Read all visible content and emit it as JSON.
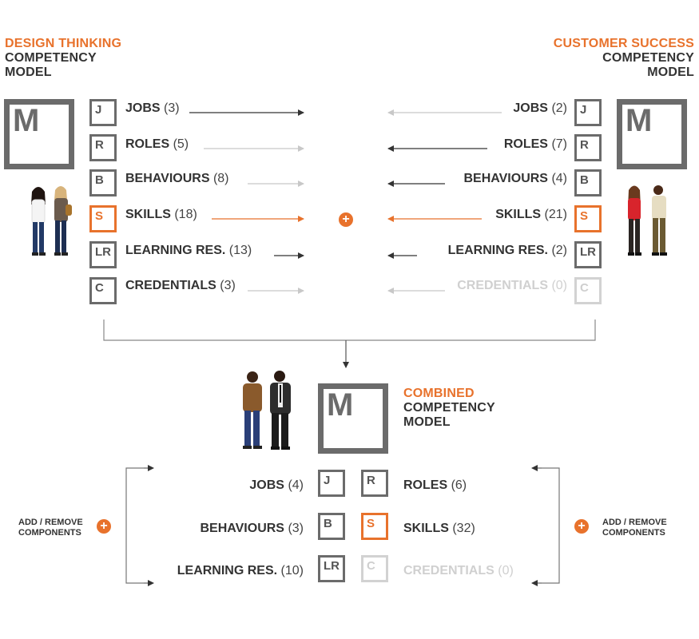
{
  "left_model": {
    "title_accent": "DESIGN THINKING",
    "title_line2": "COMPETENCY",
    "title_line3": "MODEL",
    "big_letter": "M",
    "components": [
      {
        "abbr": "J",
        "name": "JOBS",
        "count": "(3)"
      },
      {
        "abbr": "R",
        "name": "ROLES",
        "count": "(5)"
      },
      {
        "abbr": "B",
        "name": "BEHAVIOURS",
        "count": "(8)"
      },
      {
        "abbr": "S",
        "name": "SKILLS",
        "count": "(18)"
      },
      {
        "abbr": "LR",
        "name": "LEARNING RES.",
        "count": "(13)"
      },
      {
        "abbr": "C",
        "name": "CREDENTIALS",
        "count": "(3)"
      }
    ]
  },
  "right_model": {
    "title_accent": "CUSTOMER SUCCESS",
    "title_line2": "COMPETENCY",
    "title_line3": "MODEL",
    "big_letter": "M",
    "components": [
      {
        "abbr": "J",
        "name": "JOBS",
        "count": "(2)"
      },
      {
        "abbr": "R",
        "name": "ROLES",
        "count": "(7)"
      },
      {
        "abbr": "B",
        "name": "BEHAVIOURS",
        "count": "(4)"
      },
      {
        "abbr": "S",
        "name": "SKILLS",
        "count": "(21)"
      },
      {
        "abbr": "LR",
        "name": "LEARNING RES.",
        "count": "(2)"
      },
      {
        "abbr": "C",
        "name": "CREDENTIALS",
        "count": "(0)"
      }
    ]
  },
  "merge_symbol": "+",
  "combined": {
    "title_accent": "COMBINED",
    "title_line2": "COMPETENCY",
    "title_line3": "MODEL",
    "big_letter": "M",
    "left_items": [
      {
        "abbr": "J",
        "name": "JOBS",
        "count": "(4)"
      },
      {
        "abbr": "B",
        "name": "BEHAVIOURS",
        "count": "(3)"
      },
      {
        "abbr": "LR",
        "name": "LEARNING RES.",
        "count": "(10)"
      }
    ],
    "right_items": [
      {
        "abbr": "R",
        "name": "ROLES",
        "count": "(6)"
      },
      {
        "abbr": "S",
        "name": "SKILLS",
        "count": "(32)"
      },
      {
        "abbr": "C",
        "name": "CREDENTIALS",
        "count": "(0)"
      }
    ]
  },
  "add_remove": {
    "line1": "ADD / REMOVE",
    "line2": "COMPONENTS",
    "symbol": "+"
  },
  "colors": {
    "accent": "#e8722c",
    "box_gray": "#6b6b6b",
    "faded": "#d0d0d0",
    "text": "#333333"
  }
}
